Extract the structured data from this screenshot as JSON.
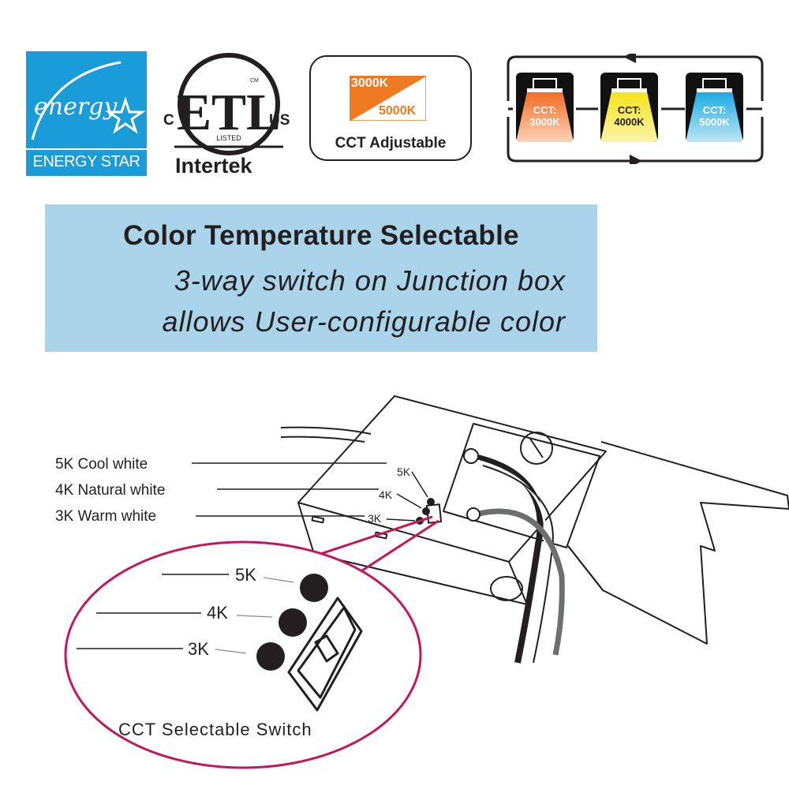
{
  "badges": {
    "energy_star": {
      "script": "energy",
      "band": "ENERGY STAR"
    },
    "etl": {
      "mark": "ETL",
      "listed": "LISTED",
      "cm": "CM",
      "c": "C",
      "us": "US",
      "brand": "Intertek"
    },
    "cct_card": {
      "label_3000": "3000K",
      "label_5000": "5000K",
      "caption": "CCT Adjustable"
    },
    "cycle": {
      "cells": [
        {
          "cct_label": "CCT:",
          "value": "3000K",
          "color": "#f26a21"
        },
        {
          "cct_label": "CCT:",
          "value": "4000K",
          "color": "#f6e21a"
        },
        {
          "cct_label": "CCT:",
          "value": "5000K",
          "color": "#1aa9e1"
        }
      ]
    }
  },
  "banner": {
    "title": "Color Temperature Selectable",
    "line2": "3-way switch on Junction box",
    "line3": "allows User-configurable color"
  },
  "diagram": {
    "callouts": [
      {
        "desc": "5K Cool white",
        "tag": "5K"
      },
      {
        "desc": "4K Natural white",
        "tag": "4K"
      },
      {
        "desc": "3K Warm white",
        "tag": "3K"
      }
    ],
    "zoom": {
      "labels": [
        "5K",
        "4K",
        "3K"
      ],
      "caption": "CCT  Selectable  Switch"
    },
    "colors": {
      "zoom_outline": "#c2185b",
      "line": "#231f20"
    }
  }
}
